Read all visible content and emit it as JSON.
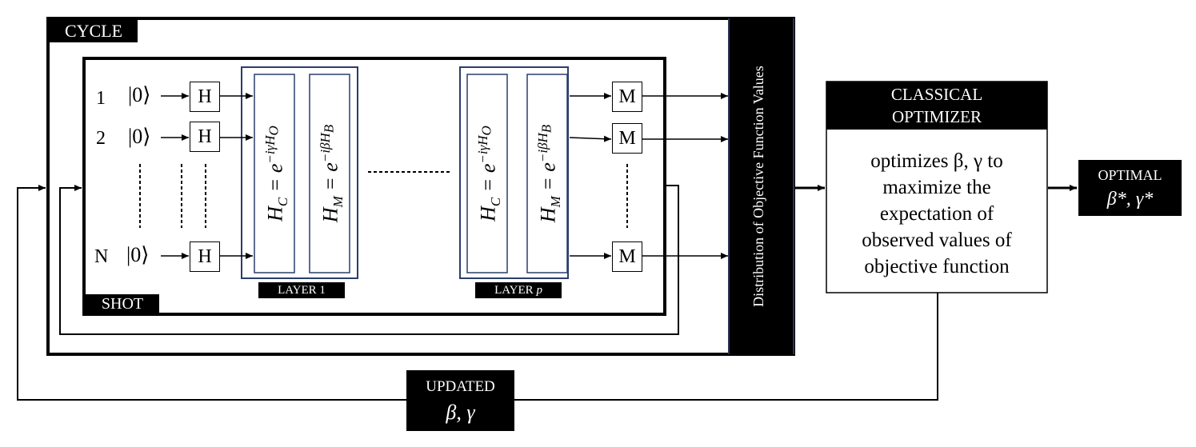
{
  "cycle_label": "CYCLE",
  "shot_label": "SHOT",
  "qubits": [
    {
      "index": "1",
      "state": "|0⟩",
      "gate": "H",
      "measure": "M"
    },
    {
      "index": "2",
      "state": "|0⟩",
      "gate": "H",
      "measure": "M"
    },
    {
      "index": "N",
      "state": "|0⟩",
      "gate": "H",
      "measure": "M"
    }
  ],
  "layers": [
    {
      "label": "LAYER 1",
      "cost_op": "H",
      "cost_sub": "C",
      "cost_exp": "−iγH",
      "cost_exp_sub": "O",
      "mixer_op": "H",
      "mixer_sub": "M",
      "mixer_exp": "−iβH",
      "mixer_exp_sub": "B"
    },
    {
      "label_main": "LAYER ",
      "label_p": "p",
      "cost_op": "H",
      "cost_sub": "C",
      "cost_exp": "−iγH",
      "cost_exp_sub": "O",
      "mixer_op": "H",
      "mixer_sub": "M",
      "mixer_exp": "−iβH",
      "mixer_exp_sub": "B"
    }
  ],
  "distribution_label": "Distribution of Objective Function Values",
  "optimizer": {
    "title_line1": "CLASSICAL",
    "title_line2": "OPTIMIZER",
    "body_line1": "optimizes β, γ to",
    "body_line2": "maximize the",
    "body_line3": "expectation of",
    "body_line4": "observed values of",
    "body_line5": "objective function"
  },
  "optimal": {
    "label": "OPTIMAL",
    "value": "β*,  γ*"
  },
  "updated": {
    "label": "UPDATED",
    "value": "β, γ"
  }
}
